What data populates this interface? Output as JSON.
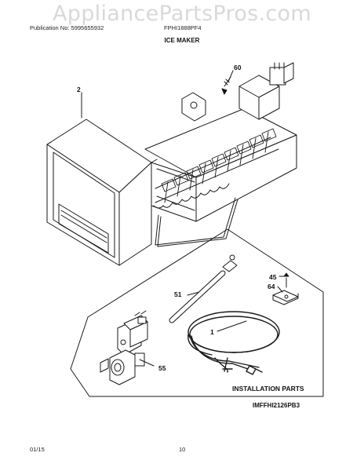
{
  "watermark": "AppliancePartsPros.com",
  "header": {
    "publication": "Publication No: 5995655932",
    "model": "FPHI1888PF4"
  },
  "title": "ICE MAKER",
  "callouts": {
    "c2": "2",
    "c60": "60",
    "c51": "51",
    "c45": "45",
    "c64": "64",
    "c1": "1",
    "c55": "55"
  },
  "installation_label": "INSTALLATION PARTS",
  "diagram_code": "IMFFHI2126PB3",
  "footer": {
    "date": "01/15",
    "page": "10"
  }
}
